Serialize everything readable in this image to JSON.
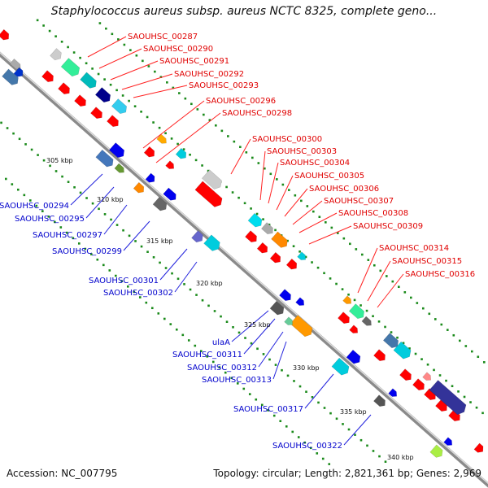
{
  "title": "Staphylococcus aureus subsp. aureus NCTC 8325, complete geno...",
  "footer": {
    "accession": "Accession: NC_007795",
    "summary": "Topology: circular; Length: 2,821,361 bp; Genes: 2,969"
  },
  "colors": {
    "backbone": "#888888",
    "red_label": "#e00000",
    "blue_label": "#0000cc",
    "tick_dots": "#1a8a1a"
  },
  "kbp_ticks": [
    "305 kbp",
    "310 kbp",
    "315 kbp",
    "320 kbp",
    "325 kbp",
    "330 kbp",
    "335 kbp",
    "340 kbp"
  ],
  "red_labels": [
    "SAOUHSC_00287",
    "SAOUHSC_00290",
    "SAOUHSC_00291",
    "SAOUHSC_00292",
    "SAOUHSC_00293",
    "SAOUHSC_00296",
    "SAOUHSC_00298",
    "SAOUHSC_00300",
    "SAOUHSC_00303",
    "SAOUHSC_00304",
    "SAOUHSC_00305",
    "SAOUHSC_00306",
    "SAOUHSC_00307",
    "SAOUHSC_00308",
    "SAOUHSC_00309",
    "SAOUHSC_00314",
    "SAOUHSC_00315",
    "SAOUHSC_00316"
  ],
  "blue_labels": [
    "SAOUHSC_00294",
    "SAOUHSC_00295",
    "SAOUHSC_00297",
    "SAOUHSC_00299",
    "SAOUHSC_00301",
    "SAOUHSC_00302",
    "ulaA",
    "SAOUHSC_00311",
    "SAOUHSC_00312",
    "SAOUHSC_00313",
    "SAOUHSC_00317",
    "SAOUHSC_00322"
  ]
}
